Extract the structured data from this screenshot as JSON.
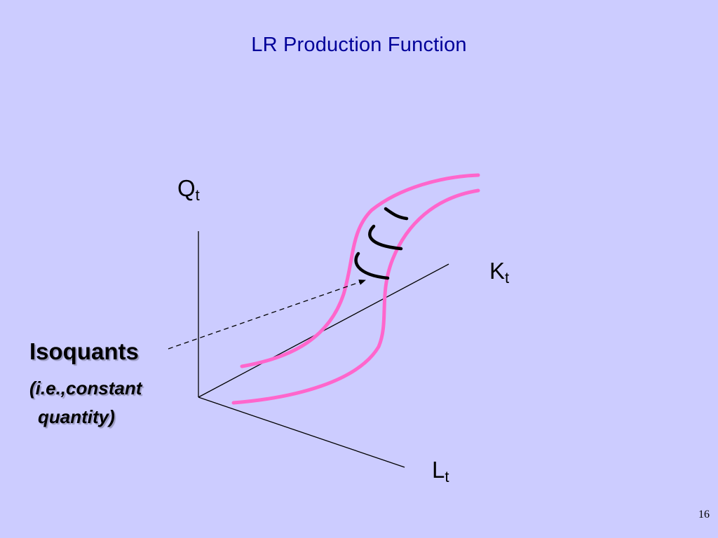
{
  "slide": {
    "title": "LR Production Function",
    "page_number": "16"
  },
  "axes": {
    "q": {
      "symbol": "Q",
      "subscript": "t"
    },
    "k": {
      "symbol": "K",
      "subscript": "t"
    },
    "l": {
      "symbol": "L",
      "subscript": "t"
    }
  },
  "callout": {
    "heading": "Isoquants",
    "description_line_1": "(i.e.,constant",
    "description_line_2": "quantity)"
  },
  "colors": {
    "background": "#ccccff",
    "title": "#000099",
    "surface_edges": "#ff66cc",
    "isoquant_curves": "#000000",
    "axes": "#000000"
  }
}
